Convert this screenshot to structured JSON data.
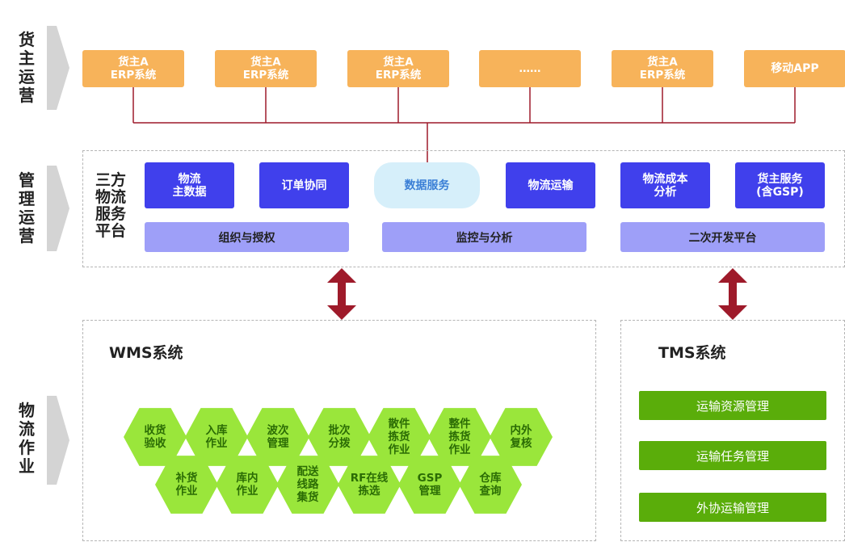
{
  "sections": {
    "shipper_ops": "货主运营",
    "mgmt_ops": "管理运营",
    "logistics_ops": "物流作业"
  },
  "shipper_systems": [
    "货主A\nERP系统",
    "货主A\nERP系统",
    "货主A\nERP系统",
    "……",
    "货主A\nERP系统",
    "移动APP"
  ],
  "platform": {
    "title": "三方\n物流\n服务\n平台",
    "modules": [
      "物流\n主数据",
      "订单协同",
      "数据服务",
      "物流运输",
      "物流成本\n分析",
      "货主服务\n(含GSP)"
    ],
    "bars": [
      "组织与授权",
      "监控与分析",
      "二次开发平台"
    ]
  },
  "wms": {
    "title": "WMS系统",
    "row1": [
      "收货\n验收",
      "入库\n作业",
      "波次\n管理",
      "批次\n分拨",
      "散件\n拣货\n作业",
      "整件\n拣货\n作业",
      "内外\n复核"
    ],
    "row2": [
      "补货\n作业",
      "库内\n作业",
      "配送\n线路\n集货",
      "RF在线\n拣选",
      "GSP\n管理",
      "仓库\n查询"
    ]
  },
  "tms": {
    "title": "TMS系统",
    "items": [
      "运输资源管理",
      "运输任务管理",
      "外协运输管理"
    ]
  },
  "colors": {
    "orange": "#f7b35a",
    "blue": "#4040ec",
    "lavender": "#9e9ff8",
    "data_service": "#d6effa",
    "green": "#5aad0a",
    "hex_green": "#9ae63b",
    "connector": "#9e1a2a"
  }
}
